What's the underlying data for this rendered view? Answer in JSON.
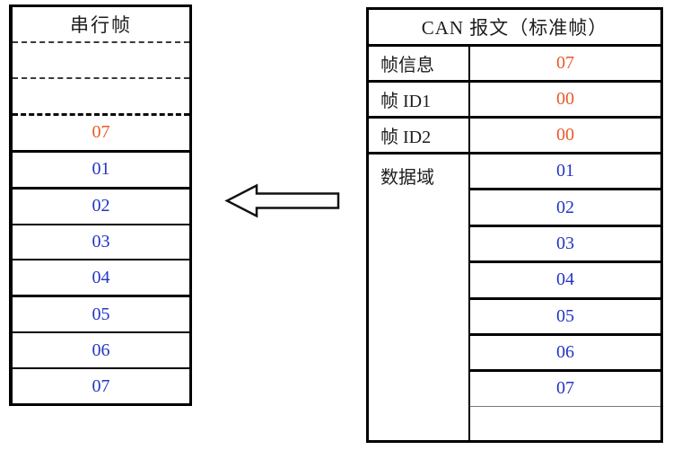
{
  "colors": {
    "orange": "#e85a28",
    "blue": "#2334c4",
    "line": "#000000",
    "text": "#1d1d1d"
  },
  "left_table": {
    "title": "串行帧",
    "rows": [
      {
        "value": "",
        "tone": "none"
      },
      {
        "value": "",
        "tone": "none"
      },
      {
        "value": "07",
        "tone": "orange"
      },
      {
        "value": "01",
        "tone": "blue"
      },
      {
        "value": "02",
        "tone": "blue"
      },
      {
        "value": "03",
        "tone": "blue"
      },
      {
        "value": "04",
        "tone": "blue"
      },
      {
        "value": "05",
        "tone": "blue"
      },
      {
        "value": "06",
        "tone": "blue"
      },
      {
        "value": "07",
        "tone": "blue"
      }
    ]
  },
  "right_table": {
    "title": "CAN 报文（标准帧）",
    "info_rows": [
      {
        "label": "帧信息",
        "value": "07"
      },
      {
        "label": "帧 ID1",
        "value": "00"
      },
      {
        "label": "帧 ID2",
        "value": "00"
      }
    ],
    "data_field": {
      "label": "数据域",
      "values": [
        "01",
        "02",
        "03",
        "04",
        "05",
        "06",
        "07",
        ""
      ]
    }
  },
  "arrow": {
    "direction": "left"
  }
}
